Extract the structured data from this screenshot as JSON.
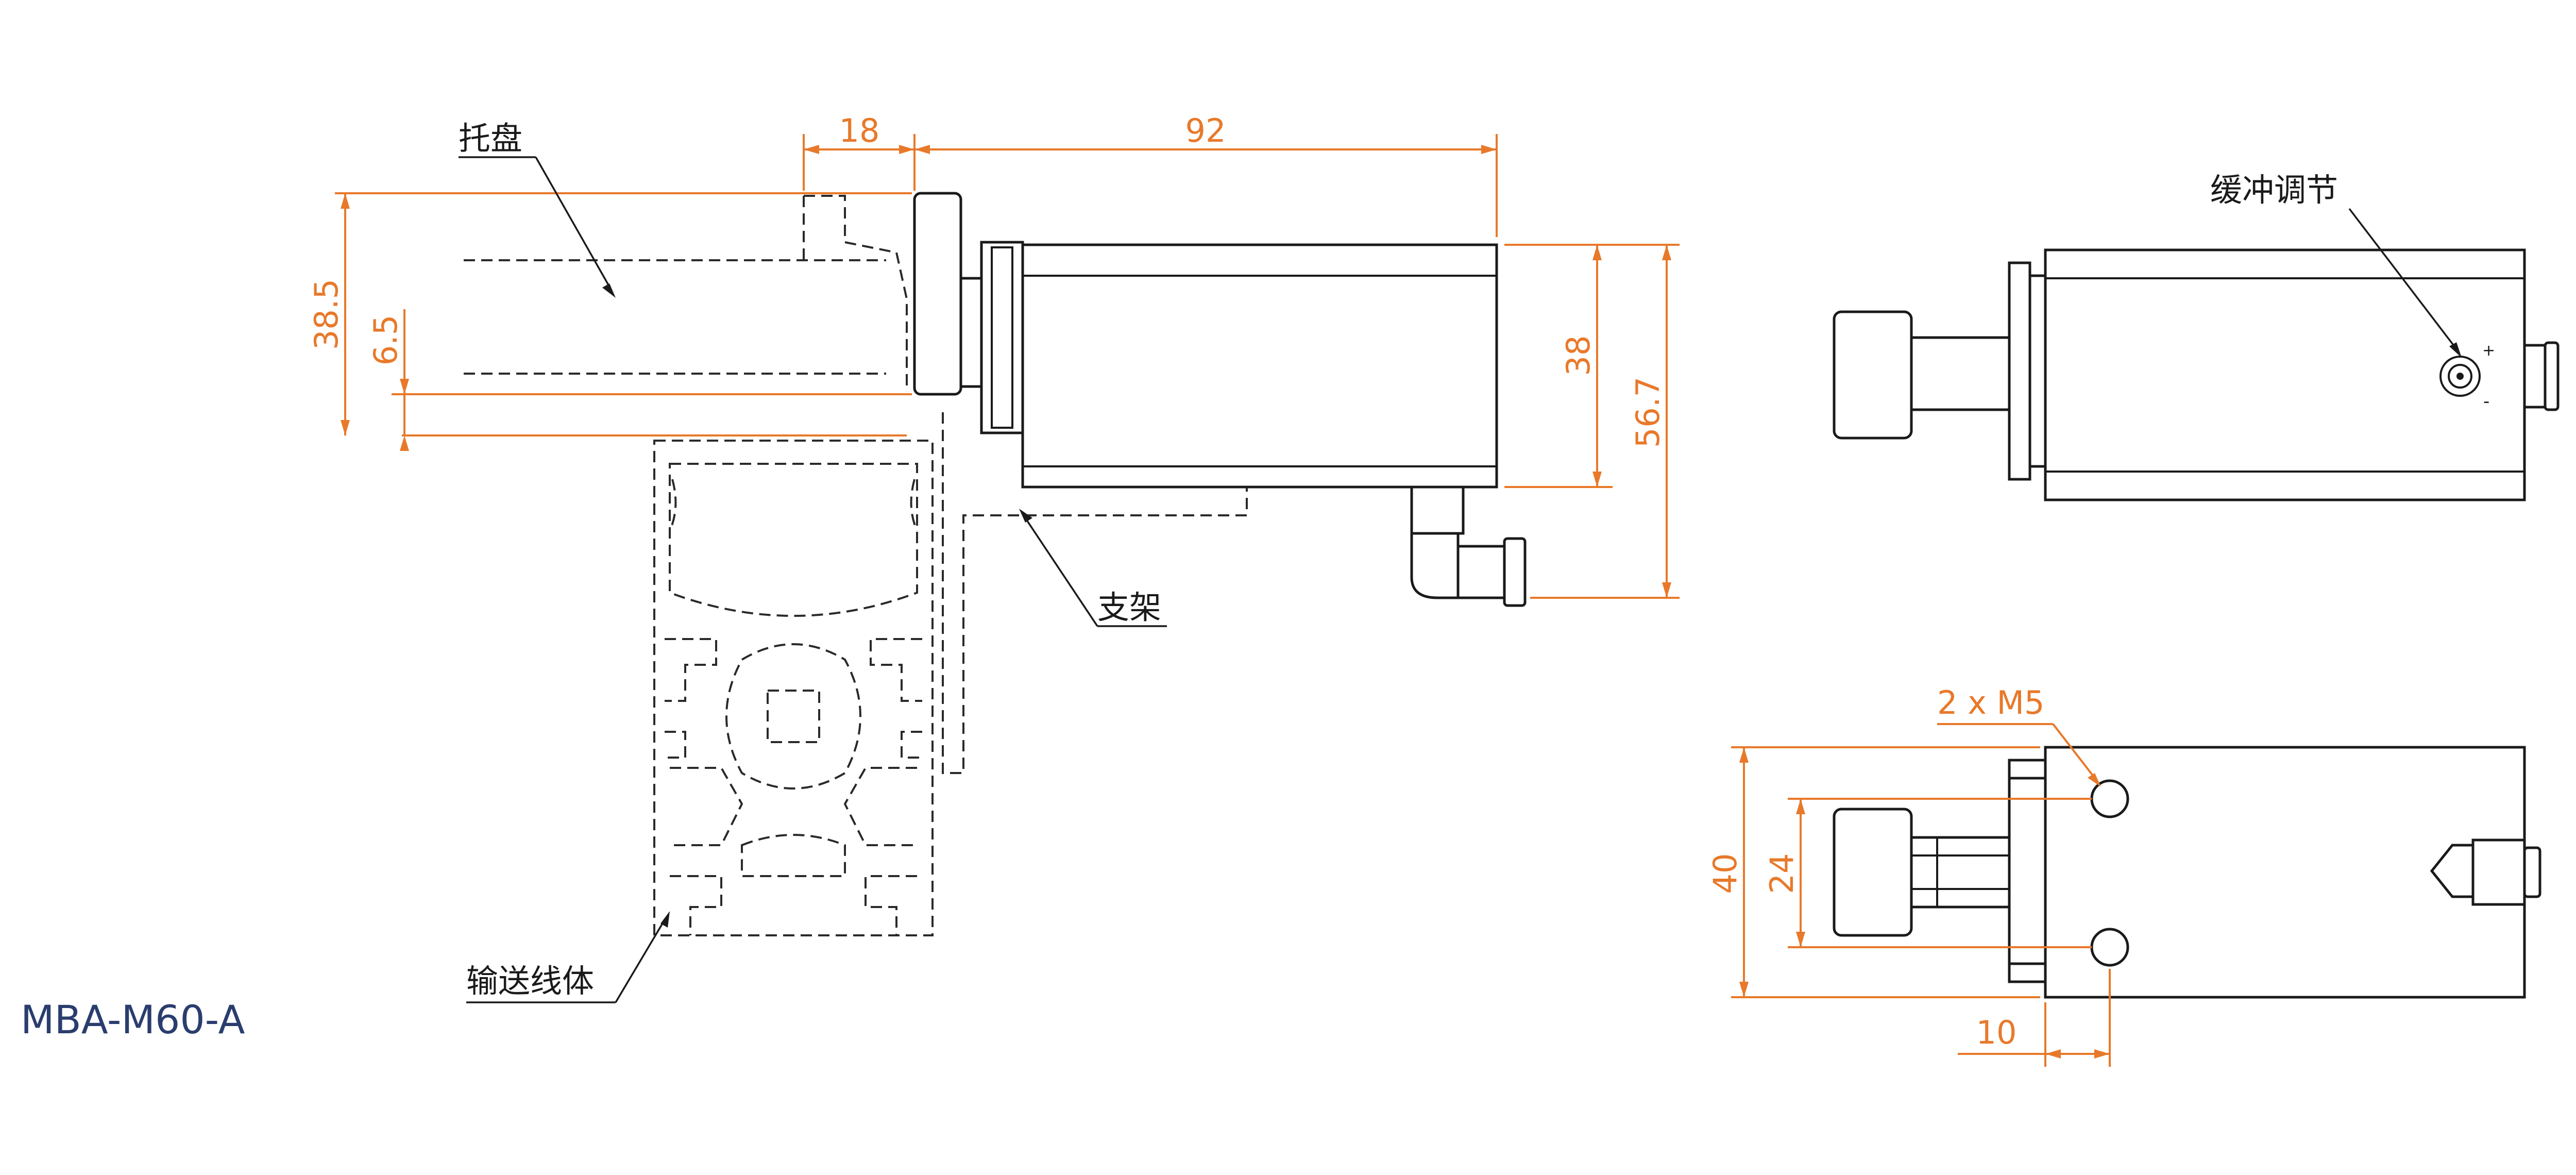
{
  "model": "MBA-M60-A",
  "labels": {
    "tray": "托盘",
    "bracket": "支架",
    "conveyor": "输送线体",
    "buffer_adjust": "缓冲调节"
  },
  "dimensions": {
    "d_18": "18",
    "d_92": "92",
    "d_38_5": "38.5",
    "d_6_5": "6.5",
    "d_38": "38",
    "d_56_7": "56.7",
    "d_thread": "2 x M5",
    "d_40": "40",
    "d_24": "24",
    "d_10": "10"
  },
  "colors": {
    "dimension": "#e8792a",
    "outline": "#1a1a1a",
    "title": "#2a3d6e"
  }
}
